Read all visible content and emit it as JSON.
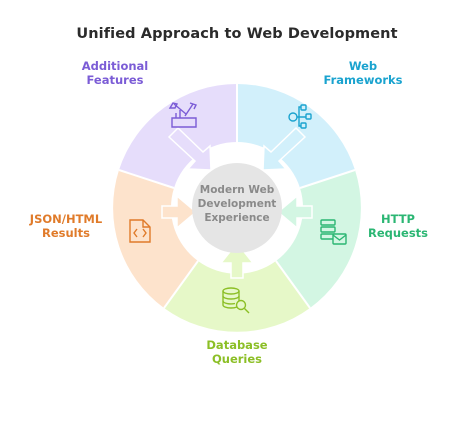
{
  "title": "Unified Approach to Web Development",
  "center": {
    "line1": "Modern Web",
    "line2": "Development",
    "line3": "Experience"
  },
  "segments": [
    {
      "id": "web-frameworks",
      "line1": "Web",
      "line2": "Frameworks",
      "color": "#1aa3cf",
      "fill": "#d2f0fb",
      "icon": "sitemap-icon"
    },
    {
      "id": "http-requests",
      "line1": "HTTP",
      "line2": "Requests",
      "color": "#2bb673",
      "fill": "#d3f6e3",
      "icon": "server-mail-icon"
    },
    {
      "id": "database-queries",
      "line1": "Database",
      "line2": "Queries",
      "color": "#8cbf26",
      "fill": "#e6f8c8",
      "icon": "database-search-icon"
    },
    {
      "id": "json-html-results",
      "line1": "JSON/HTML",
      "line2": "Results",
      "color": "#e07b2a",
      "fill": "#fde3cc",
      "icon": "code-file-icon"
    },
    {
      "id": "additional-features",
      "line1": "Additional",
      "line2": "Features",
      "color": "#7b5cd6",
      "fill": "#e6ddfb",
      "icon": "tools-icon"
    }
  ]
}
